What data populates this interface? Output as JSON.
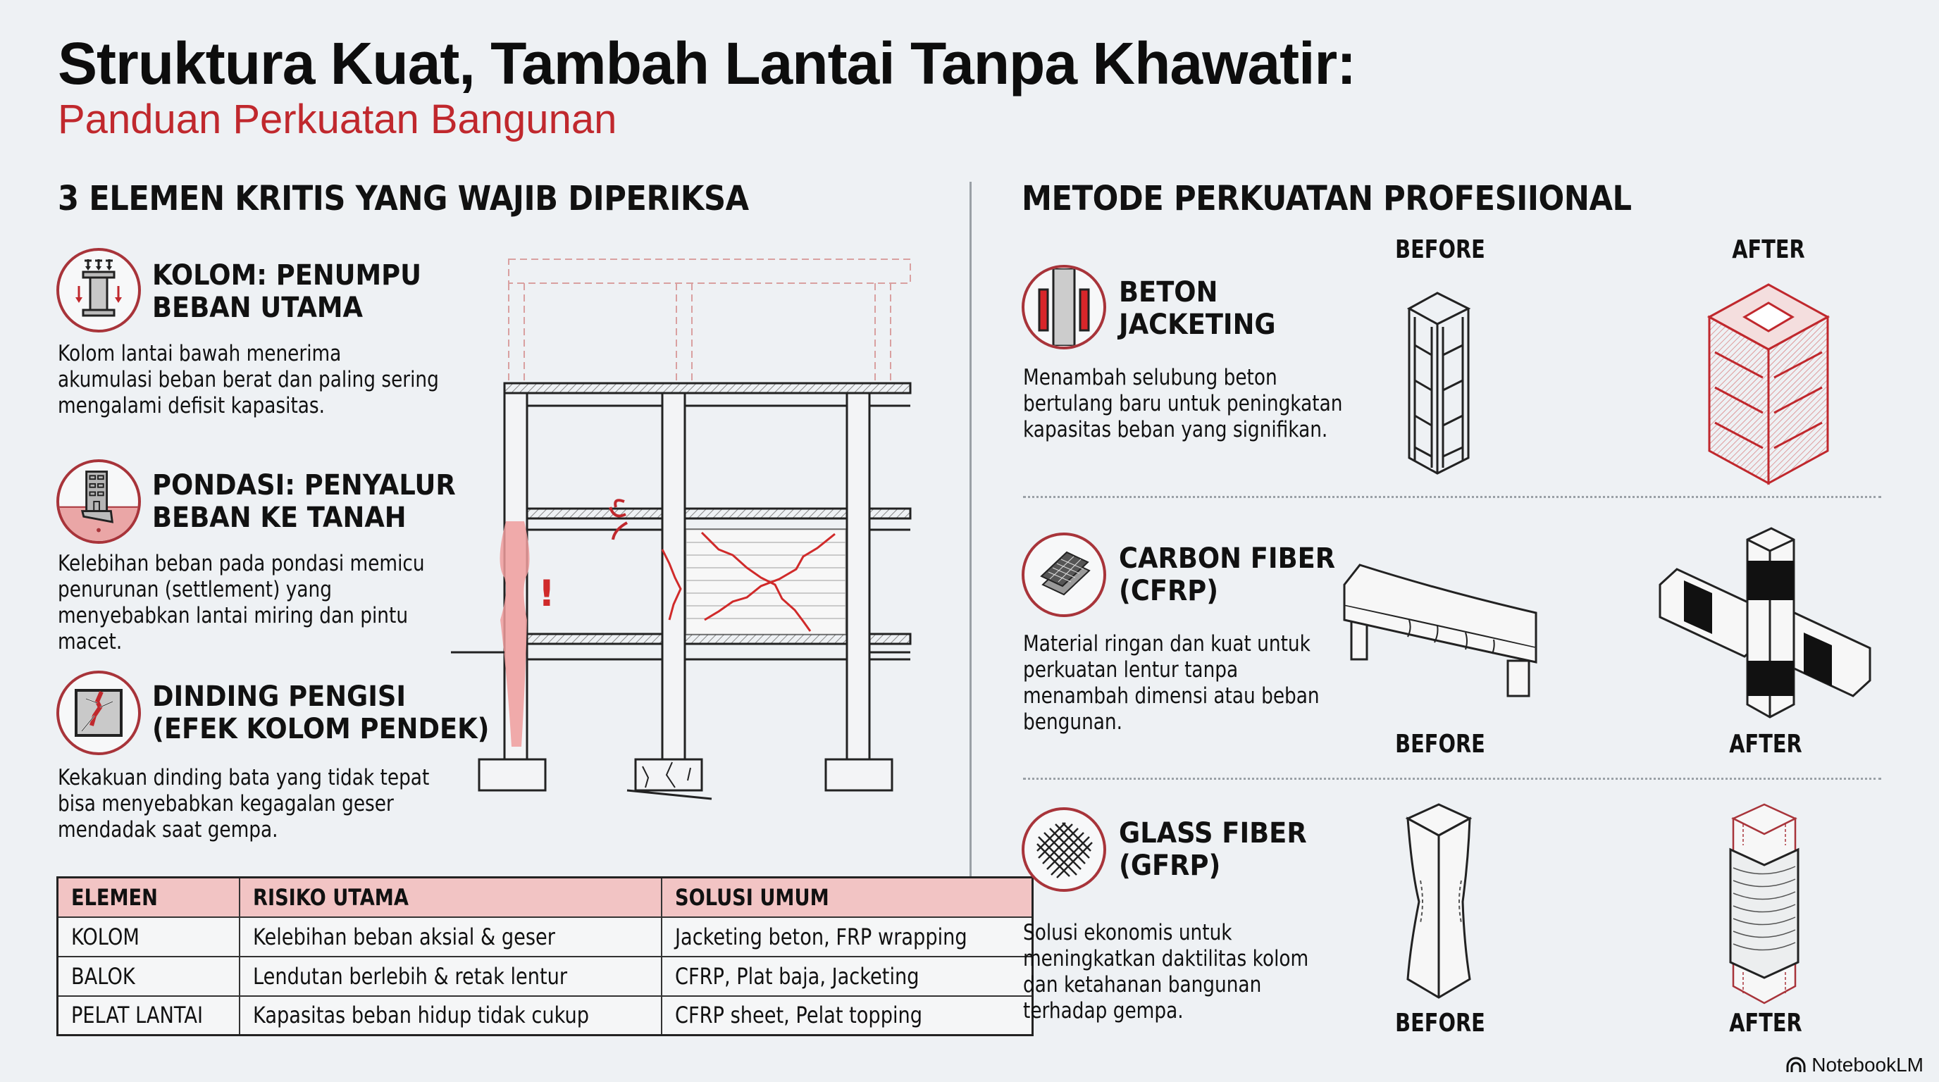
{
  "header": {
    "title": "Struktura Kuat, Tambah Lantai Tanpa Khawatir:",
    "subtitle": "Panduan Perkuatan Bangunan"
  },
  "colors": {
    "accent_red": "#c0282d",
    "icon_ring": "#a8343a",
    "table_header_fill": "#f2c4c4",
    "background": "#eef1f4",
    "divider": "#9aa0a6"
  },
  "left": {
    "heading": "3 ELEMEN KRITIS YANG WAJIB DIPERIKSA",
    "items": [
      {
        "icon": "column-load-icon",
        "title_lines": [
          "KOLOM: PENUMPU",
          "BEBAN UTAMA"
        ],
        "body_lines": [
          "Kolom lantai bawah menerima",
          "akumulasi beban berat dan paling sering",
          "mengalami defisit kapasitas."
        ]
      },
      {
        "icon": "building-foundation-icon",
        "title_lines": [
          "PONDASI: PENYALUR",
          "BEBAN KE TANAH"
        ],
        "body_lines": [
          "Kelebihan beban pada pondasi memicu",
          "penurunan (settlement) yang",
          "menyebabkan lantai miring dan pintu",
          "macet."
        ]
      },
      {
        "icon": "cracked-wall-icon",
        "title_lines": [
          "DINDING PENGISI",
          "(EFEK KOLOM PENDEK)"
        ],
        "body_lines": [
          "Kekakuan dinding bata yang tidak tepat",
          "bisa menyebabkan kegagalan geser",
          "mendadak saat gempa."
        ]
      }
    ],
    "diagram": {
      "name": "building-frame-diagram",
      "annotation": "!"
    },
    "table": {
      "headers": [
        "ELEMEN",
        "RISIKO UTAMA",
        "SOLUSI UMUM"
      ],
      "rows": [
        [
          "KOLOM",
          "Kelebihan beban aksial & geser",
          "Jacketing beton, FRP wrapping"
        ],
        [
          "BALOK",
          "Lendutan berlebih & retak lentur",
          "CFRP, Plat baja, Jacketing"
        ],
        [
          "PELAT LANTAI",
          "Kapasitas beban hidup tidak cukup",
          "CFRP sheet, Pelat topping"
        ]
      ]
    }
  },
  "right": {
    "heading": "METODE PERKUATAN PROFESIIONAL",
    "methods": [
      {
        "icon": "concrete-jacket-icon",
        "title_lines": [
          "BETON",
          "JACKETING"
        ],
        "body_lines": [
          "Menambah selubung beton",
          "bertulang baru untuk peningkatan",
          "kapasitas beban yang signifikan."
        ],
        "before_label": "BEFORE",
        "after_label": "AFTER"
      },
      {
        "icon": "carbon-fiber-sheet-icon",
        "title_lines": [
          "CARBON FIBER",
          "(CFRP)"
        ],
        "body_lines": [
          "Material ringan dan kuat untuk",
          "perkuatan lentur tanpa",
          "menambah dimensi atau beban",
          "bengunan."
        ],
        "before_label": "BEFORE",
        "after_label": "AFTER"
      },
      {
        "icon": "glass-fiber-mesh-icon",
        "title_lines": [
          "GLASS FIBER",
          "(GFRP)"
        ],
        "body_lines": [
          "Solusi ekonomis untuk",
          "meningkatkan daktilitas kolom",
          "dan ketahanan bangunan",
          "terhadap gempa."
        ],
        "before_label": "BEFORE",
        "after_label": "AFTER"
      }
    ]
  },
  "footer": {
    "brand": "NotebookLM"
  }
}
